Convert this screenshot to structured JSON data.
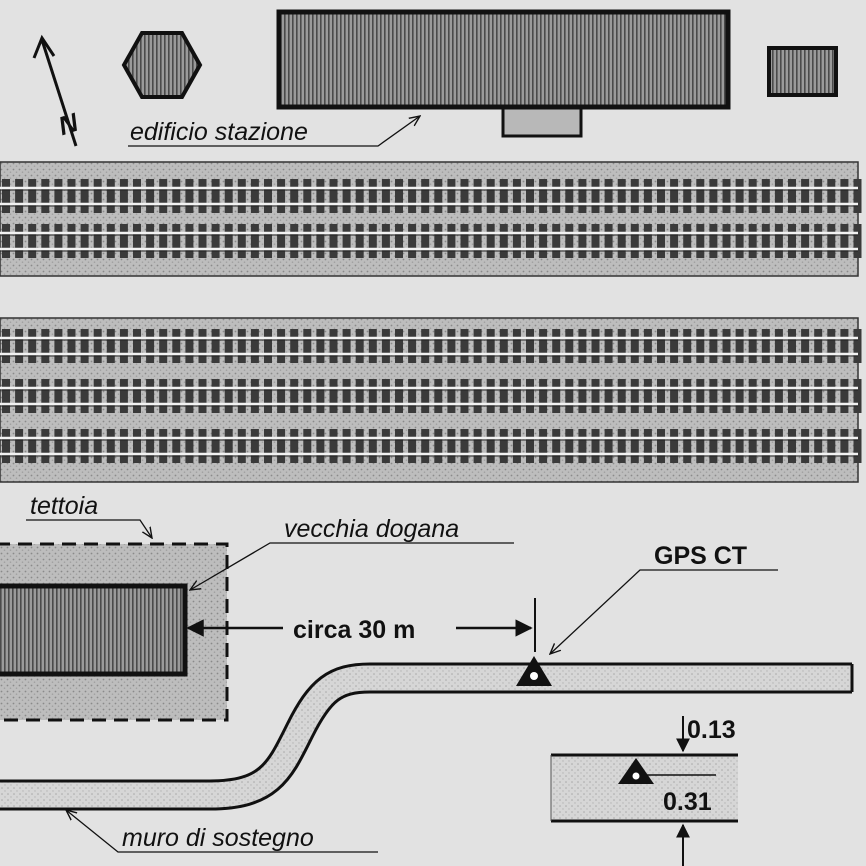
{
  "labels": {
    "north": "N",
    "station_building": "edificio stazione",
    "canopy": "tettoia",
    "old_customs": "vecchia dogana",
    "distance": "circa 30 m",
    "gps_point": "GPS CT",
    "retaining_wall": "muro di sostegno",
    "dim_top": "0.13",
    "dim_bottom": "0.31"
  },
  "tracks": {
    "upper_group_count": 2,
    "lower_group_count": 3
  },
  "colors": {
    "background": "#e2e2e2",
    "ink": "#111111",
    "building_fill": "#8e8e8e",
    "platform_fill": "#b0b0b0",
    "sleeper": "#3a3a3a",
    "wall_fill": "#d0d0d0"
  }
}
